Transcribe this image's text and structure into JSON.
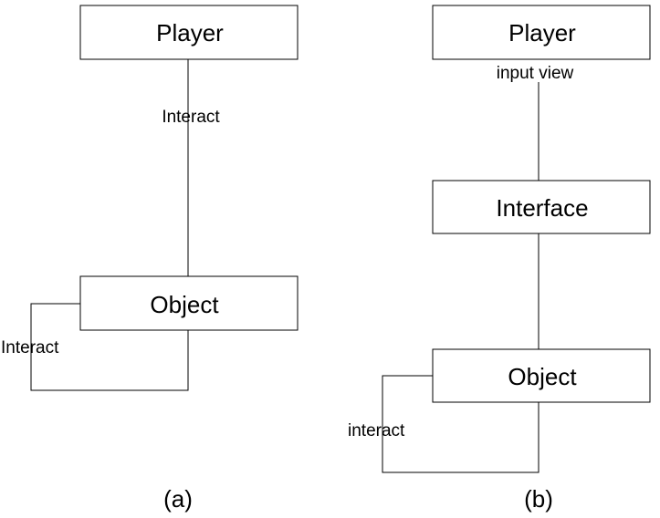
{
  "panel_a": {
    "caption": "(a)",
    "nodes": {
      "player": "Player",
      "object": "Object"
    },
    "edges": {
      "player_object": "Interact",
      "object_self": "Interact"
    }
  },
  "panel_b": {
    "caption": "(b)",
    "nodes": {
      "player": "Player",
      "interface": "Interface",
      "object": "Object"
    },
    "edges": {
      "player_interface": "input view",
      "object_self": "interact"
    }
  }
}
